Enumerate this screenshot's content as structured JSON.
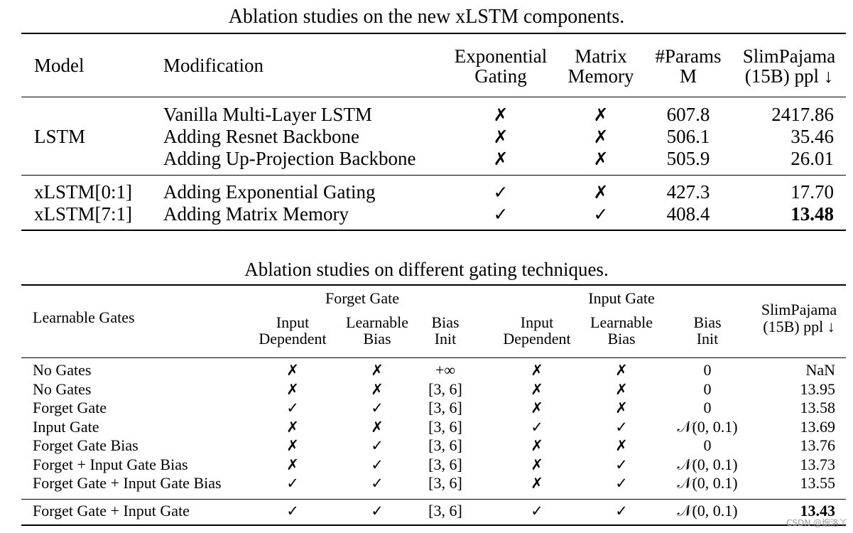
{
  "table1": {
    "caption": "Ablation studies on the new xLSTM components.",
    "headers": {
      "model": "Model",
      "modification": "Modification",
      "exp_gating": [
        "Exponential",
        "Gating"
      ],
      "matrix_memory": [
        "Matrix",
        "Memory"
      ],
      "params": [
        "#Params",
        "M"
      ],
      "ppl": [
        "SlimPajama",
        "(15B) ppl ↓"
      ]
    },
    "groups": [
      {
        "model": "LSTM",
        "rows": [
          {
            "modification": "Vanilla Multi-Layer LSTM",
            "exp_gating": "✗",
            "matrix_memory": "✗",
            "params": "607.8",
            "ppl": "2417.86"
          },
          {
            "modification": "Adding Resnet Backbone",
            "exp_gating": "✗",
            "matrix_memory": "✗",
            "params": "506.1",
            "ppl": "35.46"
          },
          {
            "modification": "Adding Up-Projection Backbone",
            "exp_gating": "✗",
            "matrix_memory": "✗",
            "params": "505.9",
            "ppl": "26.01"
          }
        ]
      },
      {
        "rows": [
          {
            "model": "xLSTM[0:1]",
            "modification": "Adding Exponential Gating",
            "exp_gating": "✓",
            "matrix_memory": "✗",
            "params": "427.3",
            "ppl": "17.70"
          },
          {
            "model": "xLSTM[7:1]",
            "modification": "Adding Matrix Memory",
            "exp_gating": "✓",
            "matrix_memory": "✓",
            "params": "408.4",
            "ppl": "13.48"
          }
        ]
      }
    ]
  },
  "table2": {
    "caption": "Ablation studies on different gating techniques.",
    "headers": {
      "learnable_gates": "Learnable Gates",
      "forget_gate": "Forget Gate",
      "input_gate": "Input Gate",
      "input_dependent": [
        "Input",
        "Dependent"
      ],
      "learnable_bias": [
        "Learnable",
        "Bias"
      ],
      "bias_init": [
        "Bias",
        "Init"
      ],
      "ppl": [
        "SlimPajama",
        "(15B) ppl ↓"
      ]
    },
    "rows": [
      {
        "name": "No Gates",
        "f_dep": "✗",
        "f_bias": "✗",
        "f_init": "+∞",
        "i_dep": "✗",
        "i_bias": "✗",
        "i_init": "0",
        "ppl": "NaN"
      },
      {
        "name": "No Gates",
        "f_dep": "✗",
        "f_bias": "✗",
        "f_init": "[3, 6]",
        "i_dep": "✗",
        "i_bias": "✗",
        "i_init": "0",
        "ppl": "13.95"
      },
      {
        "name": "Forget Gate",
        "f_dep": "✓",
        "f_bias": "✓",
        "f_init": "[3, 6]",
        "i_dep": "✗",
        "i_bias": "✗",
        "i_init": "0",
        "ppl": "13.58"
      },
      {
        "name": "Input Gate",
        "f_dep": "✗",
        "f_bias": "✗",
        "f_init": "[3, 6]",
        "i_dep": "✓",
        "i_bias": "✓",
        "i_init": "𝒩(0, 0.1)",
        "ppl": "13.69"
      },
      {
        "name": "Forget Gate Bias",
        "f_dep": "✗",
        "f_bias": "✓",
        "f_init": "[3, 6]",
        "i_dep": "✗",
        "i_bias": "✗",
        "i_init": "0",
        "ppl": "13.76"
      },
      {
        "name": "Forget + Input Gate Bias",
        "f_dep": "✗",
        "f_bias": "✓",
        "f_init": "[3, 6]",
        "i_dep": "✗",
        "i_bias": "✓",
        "i_init": "𝒩(0, 0.1)",
        "ppl": "13.73"
      },
      {
        "name": "Forget Gate + Input Gate Bias",
        "f_dep": "✓",
        "f_bias": "✓",
        "f_init": "[3, 6]",
        "i_dep": "✗",
        "i_bias": "✓",
        "i_init": "𝒩(0, 0.1)",
        "ppl": "13.55"
      }
    ],
    "final_row": {
      "name": "Forget Gate + Input Gate",
      "f_dep": "✓",
      "f_bias": "✓",
      "f_init": "[3, 6]",
      "i_dep": "✓",
      "i_bias": "✓",
      "i_init": "𝒩(0, 0.1)",
      "ppl": "13.43"
    }
  },
  "watermark": "CSDN @烟洛丫"
}
